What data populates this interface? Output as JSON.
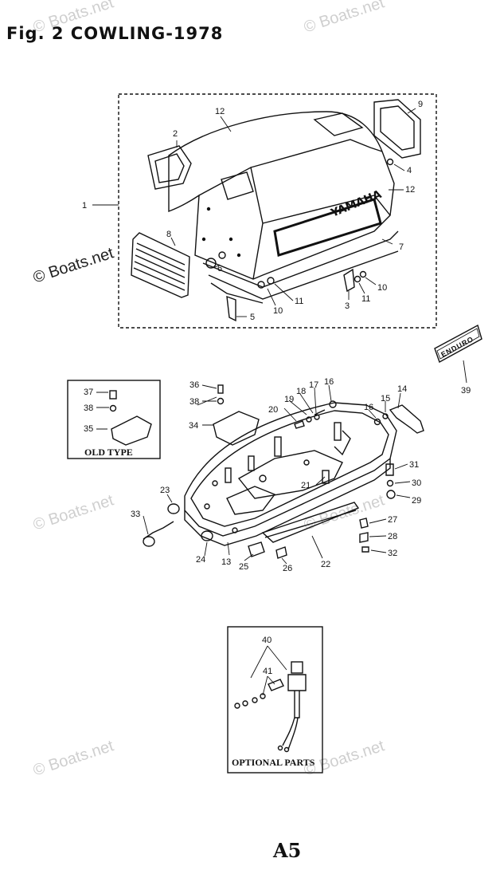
{
  "header": {
    "title": "Fig. 2  COWLING-1978"
  },
  "footer": {
    "page": "A5"
  },
  "watermark": {
    "text": "© Boats.net"
  },
  "boxes": {
    "old_type": "OLD TYPE",
    "optional_parts": "OPTIONAL PARTS"
  },
  "decal": {
    "text": "ENDURO"
  },
  "brand": {
    "text": "YAMAHA"
  },
  "callouts": {
    "c1": "1",
    "c2": "2",
    "c3": "3",
    "c4": "4",
    "c5": "5",
    "c6": "6",
    "c7": "7",
    "c8": "8",
    "c9": "9",
    "c10a": "10",
    "c10b": "10",
    "c11a": "11",
    "c11b": "11",
    "c12a": "12",
    "c12b": "12",
    "c13": "13",
    "c14": "14",
    "c15": "15",
    "c16a": "16",
    "c16b": "16",
    "c17": "17",
    "c18": "18",
    "c19": "19",
    "c20": "20",
    "c21": "21",
    "c22": "22",
    "c23": "23",
    "c24": "24",
    "c25": "25",
    "c26": "26",
    "c27": "27",
    "c28": "28",
    "c29": "29",
    "c30": "30",
    "c31": "31",
    "c32": "32",
    "c33": "33",
    "c34": "34",
    "c35": "35",
    "c36": "36",
    "c37": "37",
    "c38a": "38",
    "c38b": "38",
    "c39": "39",
    "c40": "40",
    "c41": "41"
  },
  "colors": {
    "line": "#111111",
    "watermark": "#cfcfcf",
    "background": "#ffffff"
  }
}
